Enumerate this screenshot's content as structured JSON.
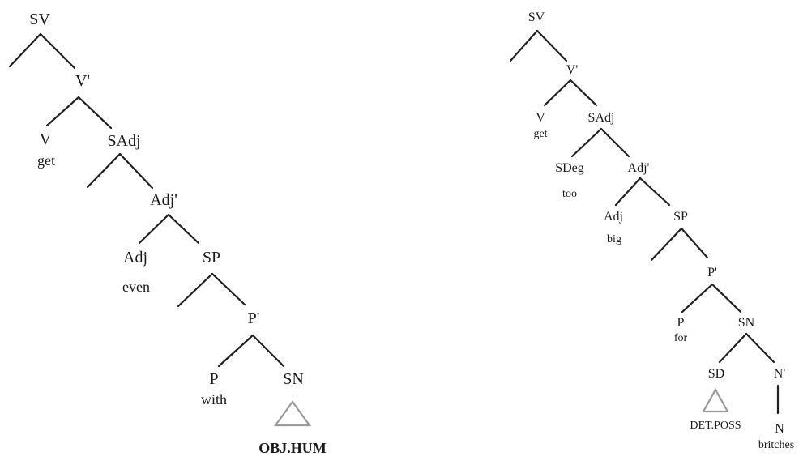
{
  "trees": [
    {
      "nodes": {
        "sv": "SV",
        "vbar": "V'",
        "v": "V",
        "sadj": "SAdj",
        "adjbar": "Adj'",
        "adj": "Adj",
        "sp": "SP",
        "pbar": "P'",
        "p": "P",
        "sn": "SN"
      },
      "words": {
        "get": "get",
        "even": "even",
        "with": "with",
        "obj_hum": "OBJ.HUM"
      }
    },
    {
      "nodes": {
        "sv": "SV",
        "vbar": "V'",
        "v": "V",
        "sadj": "SAdj",
        "sdeg": "SDeg",
        "adjbar": "Adj'",
        "adj": "Adj",
        "sp": "SP",
        "pbar": "P'",
        "p": "P",
        "sn": "SN",
        "sd": "SD",
        "nbar": "N'",
        "n": "N"
      },
      "words": {
        "get": "get",
        "too": "too",
        "big": "big",
        "for": "for",
        "det_poss": "DET.POSS",
        "britches": "britches"
      }
    }
  ]
}
